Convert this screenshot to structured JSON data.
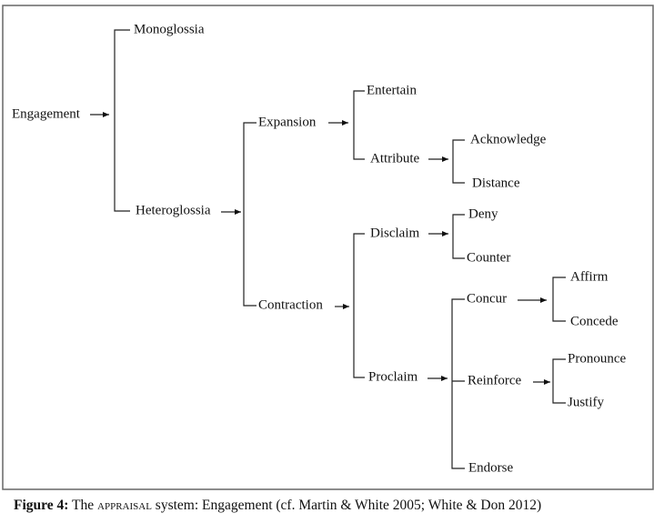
{
  "diagram": {
    "nodes": {
      "engagement": "Engagement",
      "monoglossia": "Monoglossia",
      "heteroglossia": "Heteroglossia",
      "expansion": "Expansion",
      "contraction": "Contraction",
      "entertain": "Entertain",
      "attribute": "Attribute",
      "acknowledge": "Acknowledge",
      "distance": "Distance",
      "disclaim": "Disclaim",
      "proclaim": "Proclaim",
      "deny": "Deny",
      "counter": "Counter",
      "concur": "Concur",
      "reinforce": "Reinforce",
      "endorse": "Endorse",
      "affirm": "Affirm",
      "concede": "Concede",
      "pronounce": "Pronounce",
      "justify": "Justify"
    }
  },
  "caption": {
    "label": "Figure 4:",
    "pre": "The ",
    "smallcaps": "appraisal",
    "post": " system: Engagement (cf. Martin & White 2005; White & Don 2012)"
  }
}
